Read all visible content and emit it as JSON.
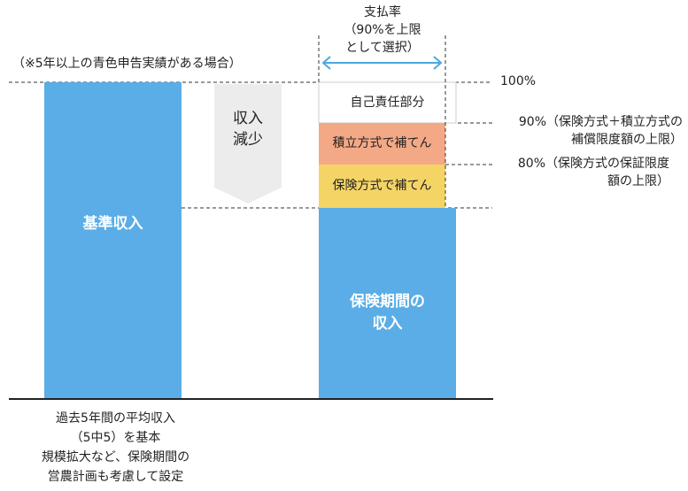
{
  "payment_rate": {
    "title": "支払率",
    "line2": "（90%を上限",
    "line3": "として選択）"
  },
  "note": "（※5年以上の青色申告実績がある場合）",
  "levels": {
    "full": "100%",
    "ninety_line1": "90%（保険方式＋積立方式の",
    "ninety_line2": "補償限度額の上限）",
    "eighty_line1": "80%（保険方式の保証限度",
    "eighty_line2": "額の上限）"
  },
  "base_income": {
    "label": "基準収入",
    "caption_line1": "過去5年間の平均収入",
    "caption_line2": "（5中5）を基本",
    "caption_line3": "規模拡大など、保険期間の",
    "caption_line4": "営農計画も考慮して設定"
  },
  "income_decrease": {
    "line1": "収入",
    "line2": "減少"
  },
  "insured_income": {
    "self_responsibility": "自己責任部分",
    "savings": "積立方式で補てん",
    "insurance": "保険方式で補てん",
    "label_line1": "保険期間の",
    "label_line2": "収入"
  },
  "colors": {
    "bar_blue": "#5aade6",
    "savings_orange": "#f4a986",
    "insurance_yellow": "#f5d466",
    "arrow_blue": "#4ea6e0",
    "decrease_gray": "#ececec"
  }
}
